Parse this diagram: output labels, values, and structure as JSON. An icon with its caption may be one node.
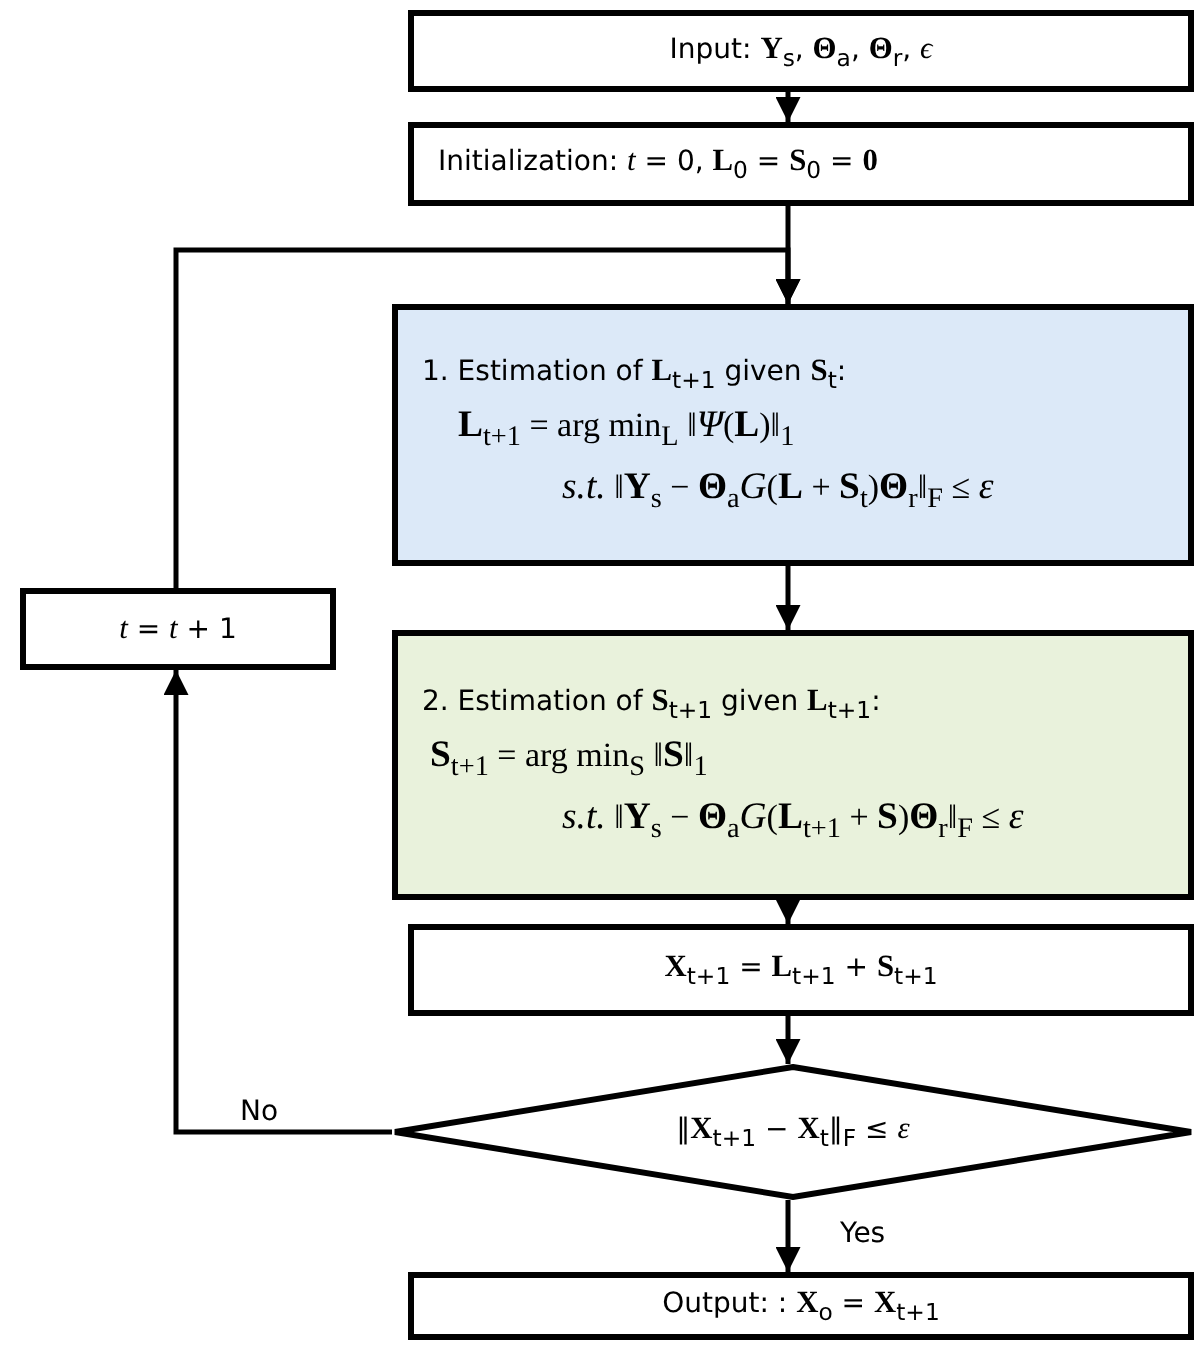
{
  "diagram": {
    "nodes": [
      {
        "text": [
          "Input:  **Y**$_{s}$, **Θ**$_{a}$, **Θ**$_{r}$, *ϵ*"
        ]
      },
      {
        "text": [
          "Initialization: *t* = 0, **L**$_{0}$ = **S**$_{0}$ = **0**"
        ]
      },
      {
        "text": [
          "1. Estimation of **L**$_{t+1}$ given **S**$_{t}$:",
          "**L**$_{t+1}$ = arg min$_{L}$ ‖*Ψ*(**L**)‖$_{1}$",
          "*s.t.* ‖**Y**$_{s}$ − **Θ**$_{a}$*G*(**L** + **S**$_{t}$)**Θ**$_{r}$‖$_{F}$ ≤ *ε*"
        ]
      },
      {
        "text": [
          "*t* = *t* + 1"
        ]
      },
      {
        "text": [
          "2. Estimation of **S**$_{t+1}$ given **L**$_{t+1}$:",
          "**S**$_{t+1}$ = arg min$_{S}$ ‖**S**‖$_{1}$",
          "*s.t.* ‖**Y**$_{s}$ − **Θ**$_{a}$*G*(**L**$_{t+1}$ + **S**)**Θ**$_{r}$‖$_{F}$ ≤ *ε*"
        ]
      },
      {
        "text": [
          "**X**$_{t+1}$ = **L**$_{t+1}$ + **S**$_{t+1}$"
        ]
      },
      {
        "text": [
          "‖**X**$_{t+1}$ − **X**$_{t}$‖$_{F}$ ≤ *ε*"
        ]
      },
      {
        "text": [
          "Output: : **X**$_{o}$ = **X**$_{t+1}$"
        ]
      }
    ],
    "edges": [
      {
        "from": 0,
        "to": 1,
        "arrow": "to"
      },
      {
        "from": 1,
        "to": 2,
        "arrow": "to"
      },
      {
        "from": 2,
        "to": 4,
        "arrow": "to"
      },
      {
        "from": 4,
        "to": 5,
        "arrow": "to"
      },
      {
        "from": 5,
        "to": 6,
        "arrow": "to"
      },
      {
        "from": 6,
        "to": 7,
        "label": "Yes",
        "arrow": "to"
      },
      {
        "from": 6,
        "to": 3,
        "label": "No",
        "arrow": "to"
      },
      {
        "from": 3,
        "to": 2,
        "arrow": "to"
      }
    ]
  }
}
